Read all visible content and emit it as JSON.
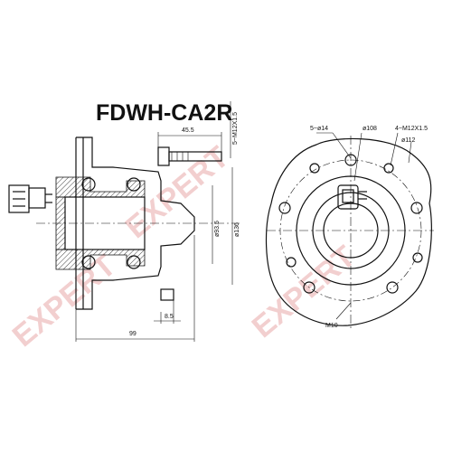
{
  "part_number": "FDWH-CA2R",
  "watermarks": [
    "EXPERT",
    "EXPERT",
    "EXPERT"
  ],
  "colors": {
    "line": "#111111",
    "watermark": "#e9a8a8",
    "background": "#ffffff"
  },
  "side_view": {
    "dim_top": "45.5",
    "dim_bolt_thread": "5~M12X1.5",
    "dim_inner": "ø93.5",
    "dim_outer": "ø136",
    "dim_flange_thickness": "8.5",
    "dim_total_length": "99"
  },
  "front_view": {
    "dim_holes": "5~ø14",
    "dim_pcd": "ø108",
    "dim_threads": "4~M12X1.5",
    "dim_bolt_circle": "ø112",
    "dim_center_thread": "M10"
  }
}
